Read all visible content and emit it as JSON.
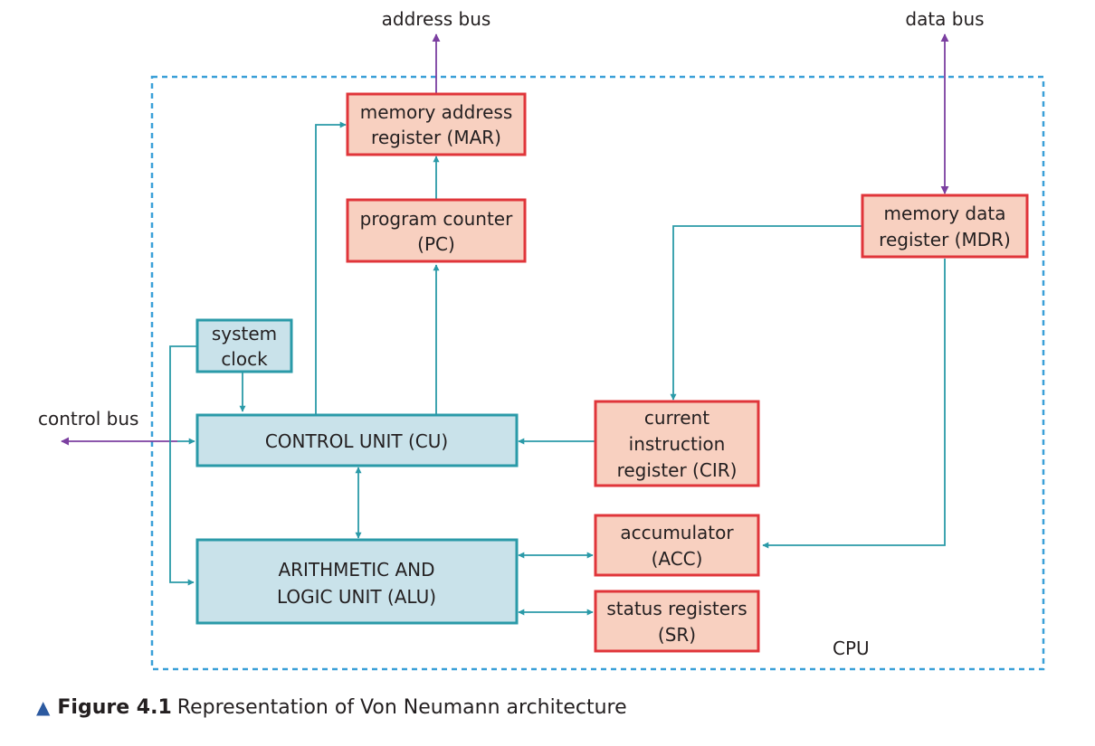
{
  "diagram": {
    "labels": {
      "address_bus": "address bus",
      "data_bus": "data bus",
      "control_bus": "control bus",
      "cpu": "CPU"
    },
    "boxes": {
      "mar": [
        "memory address",
        "register (MAR)"
      ],
      "pc": [
        "program counter",
        "(PC)"
      ],
      "mdr": [
        "memory data",
        "register (MDR)"
      ],
      "clock": [
        "system",
        "clock"
      ],
      "cu": [
        "CONTROL UNIT (CU)"
      ],
      "cir": [
        "current",
        "instruction",
        "register (CIR)"
      ],
      "alu": [
        "ARITHMETIC AND",
        "LOGIC UNIT (ALU)"
      ],
      "acc": [
        "accumulator",
        "(ACC)"
      ],
      "sr": [
        "status registers",
        "(SR)"
      ]
    },
    "colors": {
      "register_fill": "#f8d0c0",
      "register_border": "#e0353a",
      "unit_fill": "#c9e2ea",
      "unit_border": "#2a9aa8",
      "internal_line": "#2a9aa8",
      "bus_line": "#7b3fa0",
      "cpu_border": "#3aa0d8"
    }
  },
  "caption": {
    "icon": "triangle-icon",
    "figure": "Figure 4.1",
    "text": "Representation of Von Neumann architecture"
  }
}
